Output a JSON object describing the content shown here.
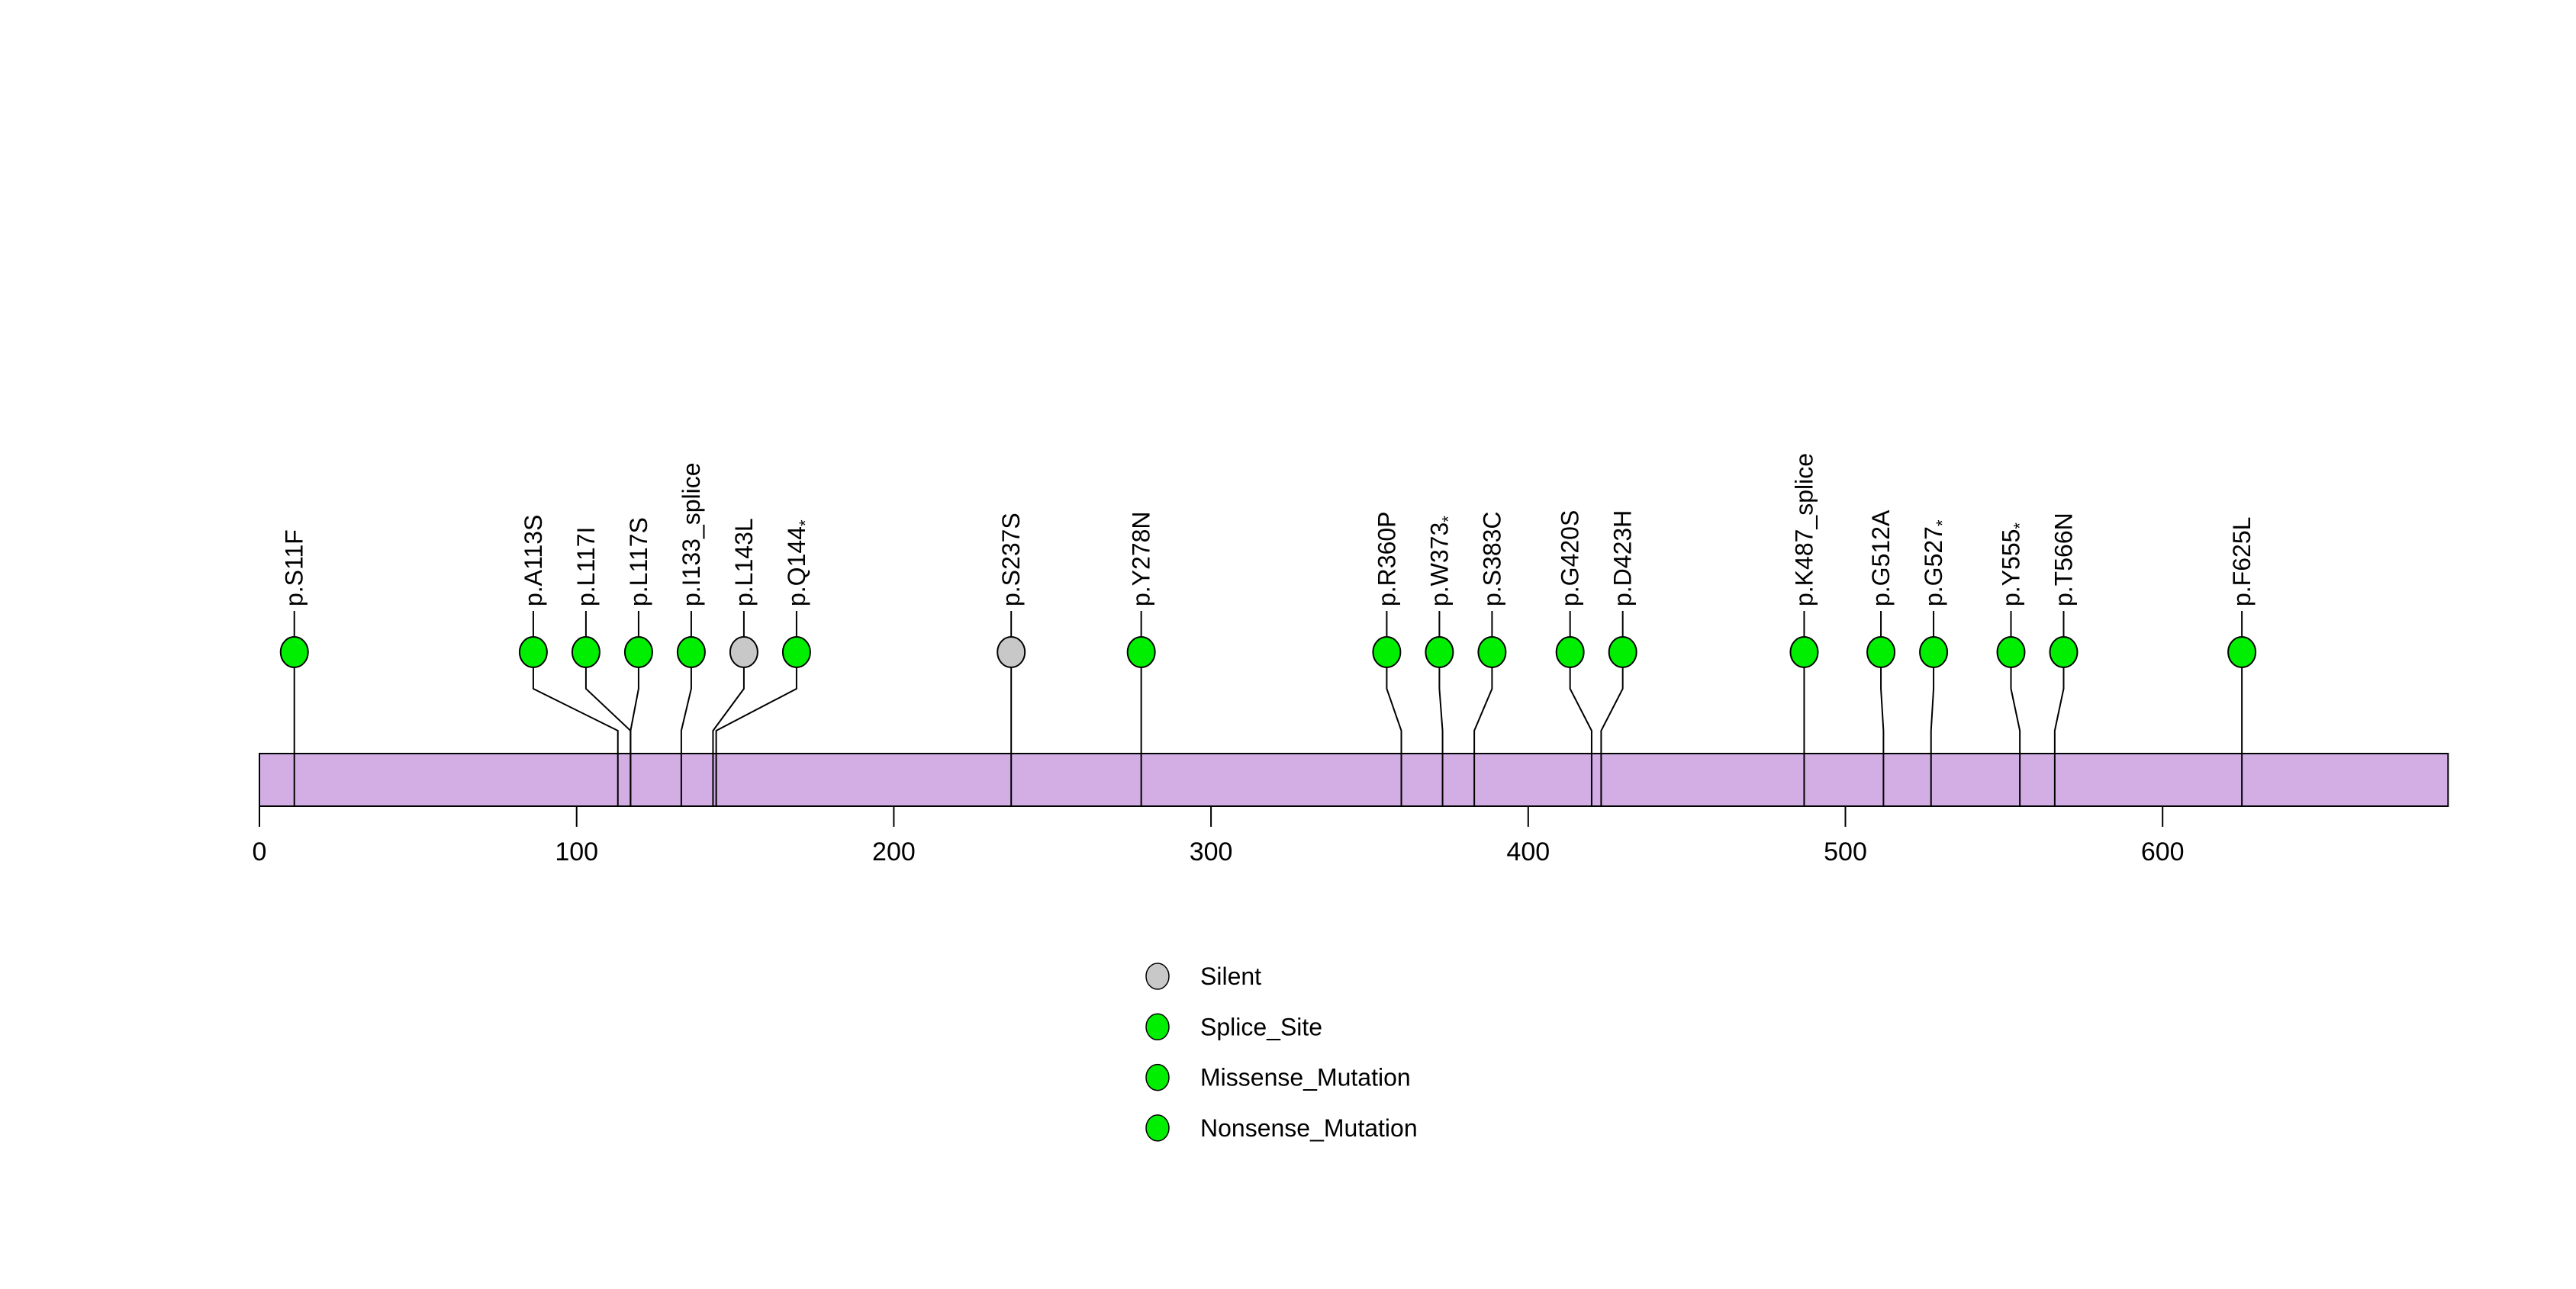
{
  "chart_data": {
    "type": "lollipop",
    "title": "",
    "xlabel": "",
    "ylabel": "",
    "protein_length_aa": 690,
    "x_axis": {
      "range": [
        0,
        690
      ],
      "ticks": [
        0,
        100,
        200,
        300,
        400,
        500,
        600
      ],
      "grid": false
    },
    "mutations": [
      {
        "label": "p.S11F",
        "position": 11,
        "type": "Missense_Mutation"
      },
      {
        "label": "p.A113S",
        "position": 113,
        "type": "Missense_Mutation"
      },
      {
        "label": "p.L117I",
        "position": 117,
        "type": "Missense_Mutation"
      },
      {
        "label": "p.L117S",
        "position": 117,
        "type": "Missense_Mutation"
      },
      {
        "label": "p.I133_splice",
        "position": 133,
        "type": "Splice_Site"
      },
      {
        "label": "p.L143L",
        "position": 143,
        "type": "Silent"
      },
      {
        "label": "p.Q144*",
        "position": 144,
        "type": "Nonsense_Mutation"
      },
      {
        "label": "p.S237S",
        "position": 237,
        "type": "Silent"
      },
      {
        "label": "p.Y278N",
        "position": 278,
        "type": "Missense_Mutation"
      },
      {
        "label": "p.R360P",
        "position": 360,
        "type": "Missense_Mutation"
      },
      {
        "label": "p.W373*",
        "position": 373,
        "type": "Nonsense_Mutation"
      },
      {
        "label": "p.S383C",
        "position": 383,
        "type": "Missense_Mutation"
      },
      {
        "label": "p.G420S",
        "position": 420,
        "type": "Missense_Mutation"
      },
      {
        "label": "p.D423H",
        "position": 423,
        "type": "Missense_Mutation"
      },
      {
        "label": "p.K487_splice",
        "position": 487,
        "type": "Splice_Site"
      },
      {
        "label": "p.G512A",
        "position": 512,
        "type": "Missense_Mutation"
      },
      {
        "label": "p.G527*",
        "position": 527,
        "type": "Nonsense_Mutation"
      },
      {
        "label": "p.Y555*",
        "position": 555,
        "type": "Nonsense_Mutation"
      },
      {
        "label": "p.T566N",
        "position": 566,
        "type": "Missense_Mutation"
      },
      {
        "label": "p.F625L",
        "position": 625,
        "type": "Missense_Mutation"
      }
    ],
    "legend": {
      "position": "bottom-center",
      "items": [
        {
          "label": "Silent",
          "color": "#C8C8C8"
        },
        {
          "label": "Splice_Site",
          "color": "#00EE00"
        },
        {
          "label": "Missense_Mutation",
          "color": "#00EE00"
        },
        {
          "label": "Nonsense_Mutation",
          "color": "#00EE00"
        }
      ]
    },
    "colors": {
      "Silent": "#C8C8C8",
      "Splice_Site": "#00EE00",
      "Missense_Mutation": "#00EE00",
      "Nonsense_Mutation": "#00EE00",
      "backbone_bar": "#D3AEE5",
      "line": "#000000",
      "background": "#FFFFFF"
    }
  }
}
